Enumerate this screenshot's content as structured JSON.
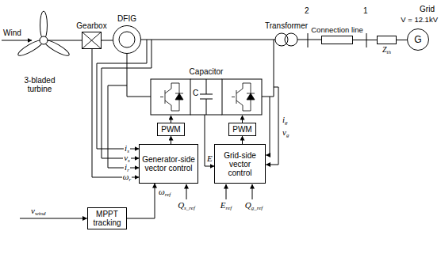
{
  "diagram": {
    "nodes": [
      {
        "text": [
          "Gearbox"
        ]
      },
      {
        "text": [
          "DFIG"
        ]
      },
      {
        "text": [
          "Connection line"
        ]
      },
      {
        "text": [
          "Zth"
        ]
      },
      {
        "text": [
          "G"
        ]
      },
      {
        "text": [
          "PWM"
        ]
      },
      {
        "text": [
          "PWM"
        ]
      },
      {
        "text": [
          "Generator-side vector control"
        ]
      },
      {
        "text": [
          "Grid-side vector control"
        ]
      },
      {
        "text": [
          "MPPT tracking"
        ]
      }
    ],
    "edges": [
      {
        "from": 0,
        "to": 1,
        "arrow": "none"
      },
      {
        "from": 2,
        "to": 3,
        "arrow": "none"
      },
      {
        "from": 3,
        "to": 4,
        "arrow": "none"
      },
      {
        "from": 7,
        "to": 5,
        "arrow": "to"
      },
      {
        "from": 8,
        "to": 6,
        "arrow": "to"
      },
      {
        "from": 9,
        "to": 7,
        "arrow": "to"
      }
    ],
    "labels": [
      "Wind",
      "3-bladed turbine",
      "Transformer",
      "2",
      "1",
      "Grid",
      "V = 12.1kV",
      "Capacitor",
      "C",
      "is",
      "vs",
      "ir",
      "ωr",
      "vwind",
      "ωref",
      "Qs_ref",
      "E",
      "Eref",
      "Qg_ref",
      "ig",
      "vg"
    ]
  }
}
